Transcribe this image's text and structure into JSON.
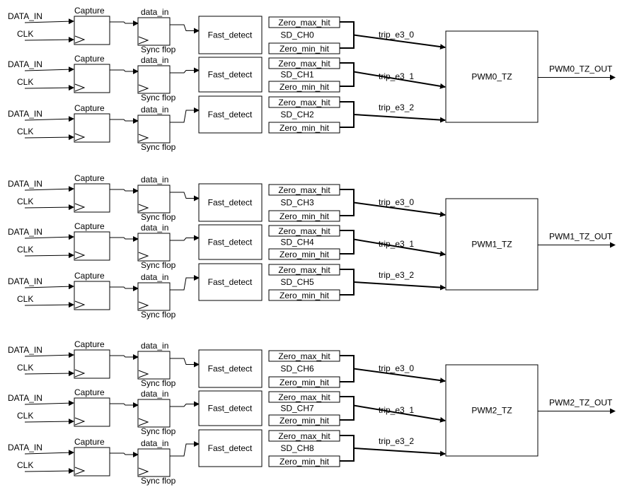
{
  "diagram": {
    "groups": [
      {
        "pwm_label": "PWM0_TZ",
        "output_label": "PWM0_TZ_OUT",
        "channels": [
          {
            "data_in": "DATA_IN",
            "clk": "CLK",
            "capture": "Capture",
            "sync_in": "data_in",
            "sync_label": "Sync flop",
            "fast": "Fast_detect",
            "zmax": "Zero_max_hit",
            "sd": "SD_CH0",
            "zmin": "Zero_min_hit",
            "trip": "trip_e3_0"
          },
          {
            "data_in": "DATA_IN",
            "clk": "CLK",
            "capture": "Capture",
            "sync_in": "data_in",
            "sync_label": "Sync flop",
            "fast": "Fast_detect",
            "zmax": "Zero_max_hit",
            "sd": "SD_CH1",
            "zmin": "Zero_min_hit",
            "trip": "trip_e3_1"
          },
          {
            "data_in": "DATA_IN",
            "clk": "CLK",
            "capture": "Capture",
            "sync_in": "data_in",
            "sync_label": "Sync flop",
            "fast": "Fast_detect",
            "zmax": "Zero_max_hit",
            "sd": "SD_CH2",
            "zmin": "Zero_min_hit",
            "trip": "trip_e3_2"
          }
        ]
      },
      {
        "pwm_label": "PWM1_TZ",
        "output_label": "PWM1_TZ_OUT",
        "channels": [
          {
            "data_in": "DATA_IN",
            "clk": "CLK",
            "capture": "Capture",
            "sync_in": "data_in",
            "sync_label": "Sync flop",
            "fast": "Fast_detect",
            "zmax": "Zero_max_hit",
            "sd": "SD_CH3",
            "zmin": "Zero_min_hit",
            "trip": "trip_e3_0"
          },
          {
            "data_in": "DATA_IN",
            "clk": "CLK",
            "capture": "Capture",
            "sync_in": "data_in",
            "sync_label": "Sync flop",
            "fast": "Fast_detect",
            "zmax": "Zero_max_hit",
            "sd": "SD_CH4",
            "zmin": "Zero_min_hit",
            "trip": "trip_e3_1"
          },
          {
            "data_in": "DATA_IN",
            "clk": "CLK",
            "capture": "Capture",
            "sync_in": "data_in",
            "sync_label": "Sync flop",
            "fast": "Fast_detect",
            "zmax": "Zero_max_hit",
            "sd": "SD_CH5",
            "zmin": "Zero_min_hit",
            "trip": "trip_e3_2"
          }
        ]
      },
      {
        "pwm_label": "PWM2_TZ",
        "output_label": "PWM2_TZ_OUT",
        "channels": [
          {
            "data_in": "DATA_IN",
            "clk": "CLK",
            "capture": "Capture",
            "sync_in": "data_in",
            "sync_label": "Sync flop",
            "fast": "Fast_detect",
            "zmax": "Zero_max_hit",
            "sd": "SD_CH6",
            "zmin": "Zero_min_hit",
            "trip": "trip_e3_0"
          },
          {
            "data_in": "DATA_IN",
            "clk": "CLK",
            "capture": "Capture",
            "sync_in": "data_in",
            "sync_label": "Sync flop",
            "fast": "Fast_detect",
            "zmax": "Zero_max_hit",
            "sd": "SD_CH7",
            "zmin": "Zero_min_hit",
            "trip": "trip_e3_1"
          },
          {
            "data_in": "DATA_IN",
            "clk": "CLK",
            "capture": "Capture",
            "sync_in": "data_in",
            "sync_label": "Sync flop",
            "fast": "Fast_detect",
            "zmax": "Zero_max_hit",
            "sd": "SD_CH8",
            "zmin": "Zero_min_hit",
            "trip": "trip_e3_2"
          }
        ]
      }
    ]
  }
}
